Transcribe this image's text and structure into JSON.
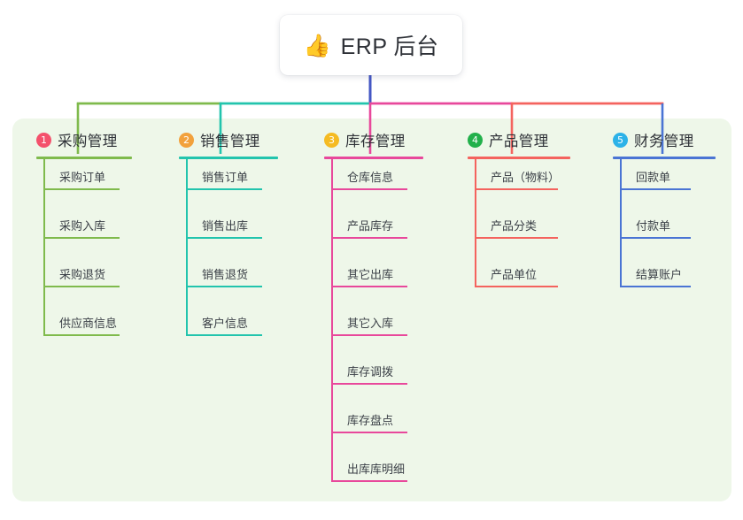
{
  "root": {
    "emoji": "👍",
    "emoji_name": "thumbs-up-icon",
    "title": "ERP 后台"
  },
  "palette": {
    "panel_bg": "#eef7e9",
    "page_bg": "#ffffff",
    "text": "#2f3238",
    "leaf_text": "#3c4148",
    "root_stem": "#4457c4"
  },
  "columns": [
    {
      "index": "1",
      "badge_label": "1",
      "badge_color": "#f4516c",
      "line_color": "#7fba4c",
      "title": "采购管理",
      "items": [
        {
          "label": "采购订单"
        },
        {
          "label": "采购入库"
        },
        {
          "label": "采购退货"
        },
        {
          "label": "供应商信息"
        }
      ]
    },
    {
      "index": "2",
      "badge_label": "2",
      "badge_color": "#f2a13c",
      "line_color": "#22c4ad",
      "title": "销售管理",
      "items": [
        {
          "label": "销售订单"
        },
        {
          "label": "销售出库"
        },
        {
          "label": "销售退货"
        },
        {
          "label": "客户信息"
        }
      ]
    },
    {
      "index": "3",
      "badge_label": "3",
      "badge_color": "#f5bb22",
      "line_color": "#e8489b",
      "title": "库存管理",
      "items": [
        {
          "label": "仓库信息"
        },
        {
          "label": "产品库存"
        },
        {
          "label": "其它出库"
        },
        {
          "label": "其它入库"
        },
        {
          "label": "库存调拨"
        },
        {
          "label": "库存盘点"
        },
        {
          "label": "出库库明细"
        }
      ]
    },
    {
      "index": "4",
      "badge_label": "4",
      "badge_color": "#22b04b",
      "line_color": "#f4635e",
      "title": "产品管理",
      "items": [
        {
          "label": "产品（物料）"
        },
        {
          "label": "产品分类"
        },
        {
          "label": "产品单位"
        }
      ]
    },
    {
      "index": "5",
      "badge_label": "5",
      "badge_color": "#2cb2e8",
      "line_color": "#4a74d4",
      "title": "财务管理",
      "items": [
        {
          "label": "回款单"
        },
        {
          "label": "付款单"
        },
        {
          "label": "结算账户"
        }
      ]
    }
  ]
}
